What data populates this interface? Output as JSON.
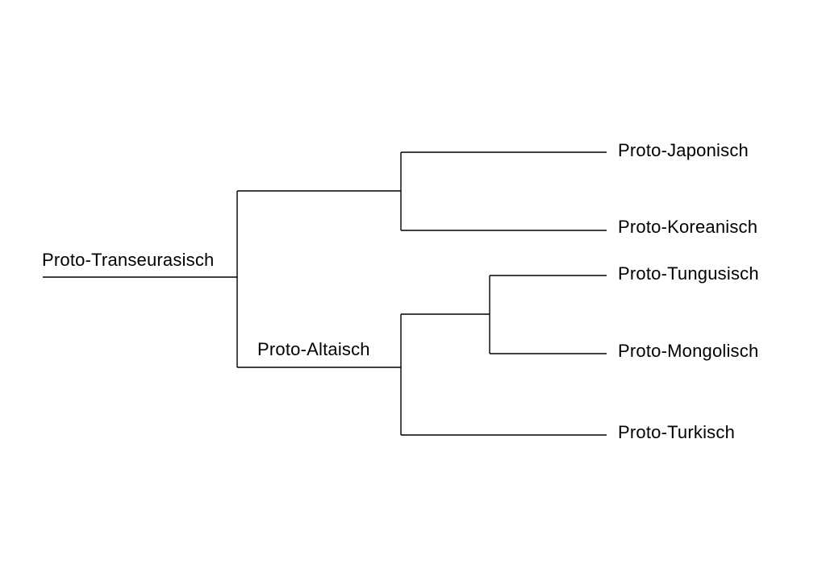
{
  "tree": {
    "root": "Proto-Transeurasisch",
    "altaic": "Proto-Altaisch",
    "leaves": {
      "japonic": "Proto-Japonisch",
      "korean": "Proto-Koreanisch",
      "tungusic": "Proto-Tungusisch",
      "mongolic": "Proto-Mongolisch",
      "turkic": "Proto-Turkisch"
    }
  },
  "colors": {
    "line": "#000000",
    "background": "#ffffff"
  }
}
